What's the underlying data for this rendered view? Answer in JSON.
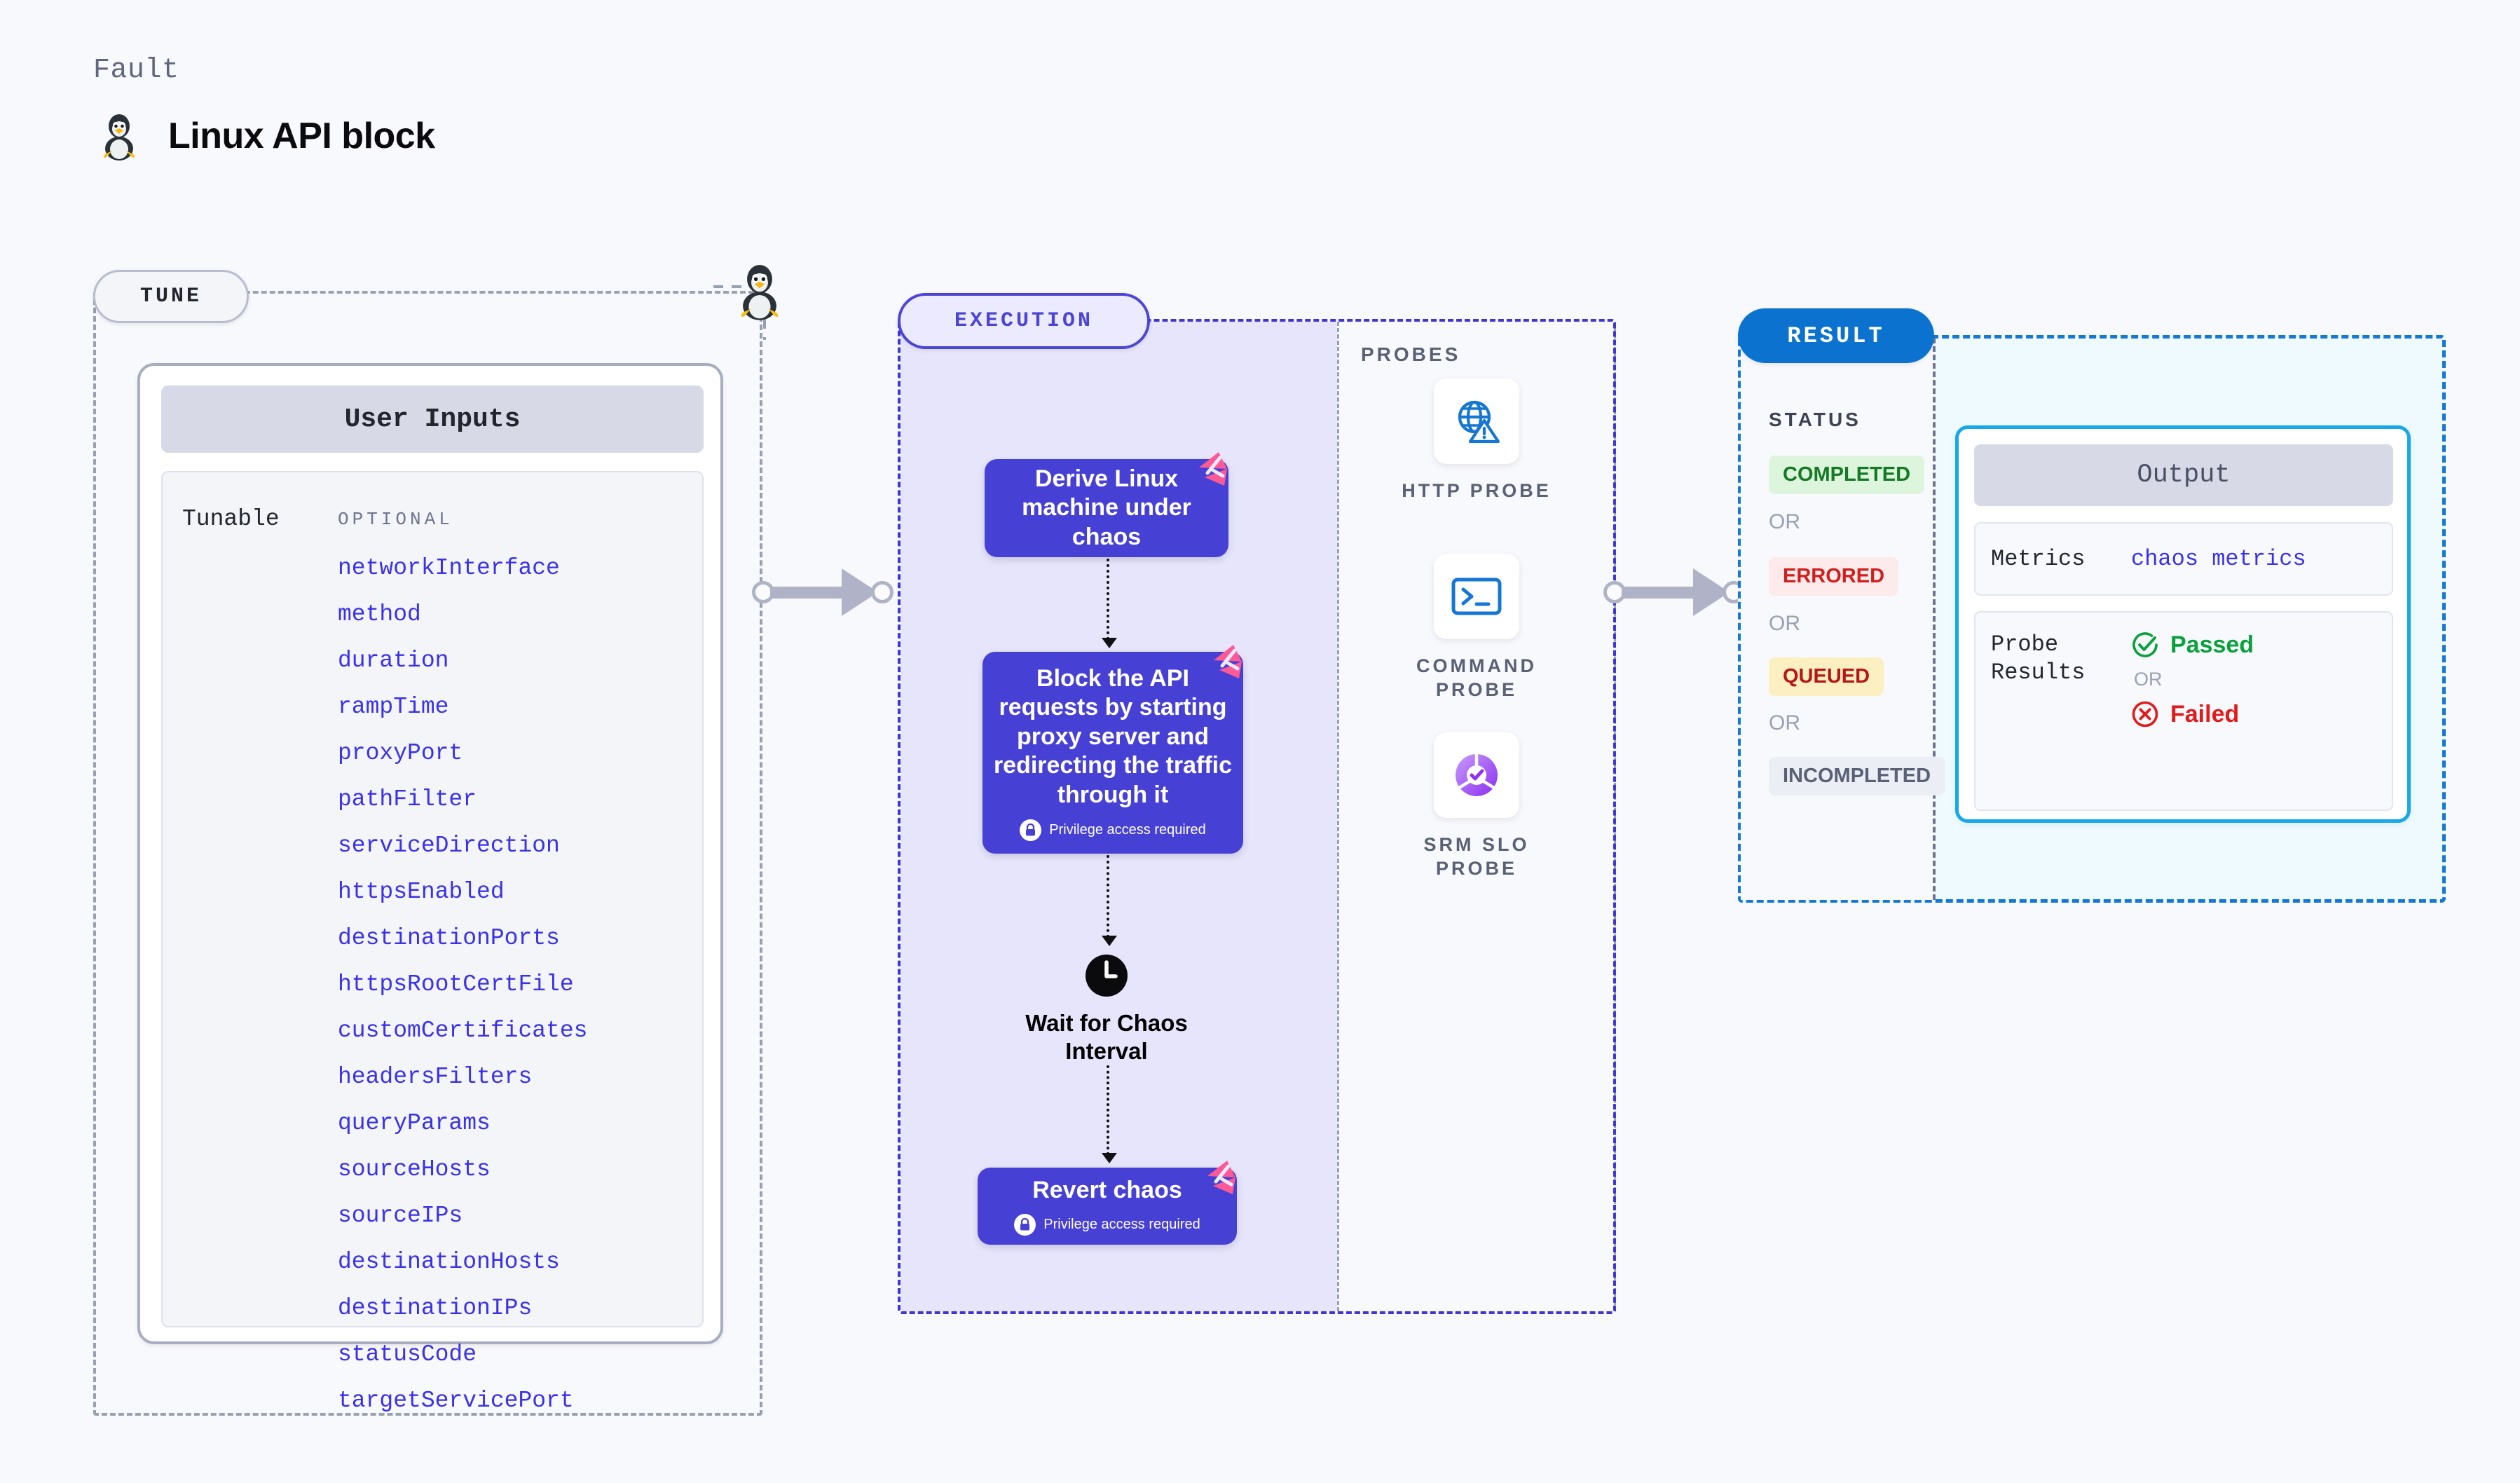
{
  "header": {
    "kicker": "Fault",
    "title": "Linux API block",
    "icon": "tux-penguin-icon"
  },
  "tune": {
    "badge": "TUNE",
    "card_title": "User Inputs",
    "group_label": "Tunable",
    "optional_label": "OPTIONAL",
    "params": [
      "networkInterface",
      "method",
      "duration",
      "rampTime",
      "proxyPort",
      "pathFilter",
      "serviceDirection",
      "httpsEnabled",
      "destinationPorts",
      "httpsRootCertFile",
      "customCertificates",
      "headersFilters",
      "queryParams",
      "sourceHosts",
      "sourceIPs",
      "destinationHosts",
      "destinationIPs",
      "statusCode",
      "targetServicePort"
    ]
  },
  "execution": {
    "badge": "EXECUTION",
    "nodes": [
      {
        "text": "Derive Linux machine under chaos",
        "privilege": null,
        "ribbon": "harness-ribbon-icon"
      },
      {
        "text": "Block the API requests by starting proxy server and redirecting the traffic through it",
        "privilege": "Privilege access required",
        "ribbon": "harness-ribbon-icon"
      },
      {
        "text": "Revert chaos",
        "privilege": "Privilege access required",
        "ribbon": "harness-ribbon-icon"
      }
    ],
    "wait_node": {
      "label": "Wait for Chaos Interval",
      "icon": "clock-icon"
    }
  },
  "probes": {
    "title": "PROBES",
    "items": [
      {
        "label": "HTTP PROBE",
        "icon": "globe-warning-icon"
      },
      {
        "label": "COMMAND PROBE",
        "icon": "terminal-icon"
      },
      {
        "label": "SRM SLO PROBE",
        "icon": "slo-donut-check-icon"
      }
    ]
  },
  "result": {
    "badge": "RESULT",
    "status_title": "STATUS",
    "or_label": "OR",
    "statuses": [
      {
        "label": "COMPLETED",
        "color": "#147a24",
        "bg": "#dcf5dc"
      },
      {
        "label": "ERRORED",
        "color": "#cf1f1f",
        "bg": "#fdeaea"
      },
      {
        "label": "QUEUED",
        "color": "#b51616",
        "bg": "#fcefc2"
      },
      {
        "label": "INCOMPLETED",
        "color": "#5a6075",
        "bg": "#eceef5"
      }
    ],
    "output": {
      "title": "Output",
      "metrics_key": "Metrics",
      "metrics_value": "chaos metrics",
      "probe_key": "Probe Results",
      "passed": "Passed",
      "failed": "Failed",
      "or_label": "OR"
    }
  },
  "colors": {
    "page_bg": "#f8f9fc",
    "node_indigo": "#4740d4",
    "param_blue": "#3a31e8",
    "exec_panel": "#e6e5fb",
    "result_panel": "#eefafe",
    "result_badge": "#0b73cf",
    "output_border": "#18a8e8",
    "ribbon_pink": "#fb5a96"
  }
}
